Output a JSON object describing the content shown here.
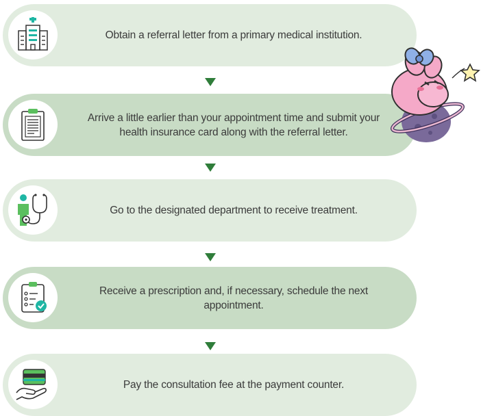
{
  "steps": [
    {
      "text": "Obtain a referral letter from a primary medical institution.",
      "icon": "hospital-icon"
    },
    {
      "text": "Arrive a little earlier than your appointment time and submit your health insurance card along with the referral letter.",
      "icon": "clipboard-icon"
    },
    {
      "text": "Go to the designated department to receive treatment.",
      "icon": "doctor-stethoscope-icon"
    },
    {
      "text": "Receive a prescription and, if necessary, schedule the next appointment.",
      "icon": "checklist-icon"
    },
    {
      "text": "Pay the consultation fee at the payment counter.",
      "icon": "card-payment-icon"
    }
  ],
  "colors": {
    "step_light": "#e1ecdf",
    "step_dark": "#c8dcc5",
    "arrow": "#2f7d3a",
    "icon_teal": "#1fb6a4",
    "icon_green": "#5bbf5e"
  },
  "decoration": "pink-bunny-on-planet-mascot"
}
